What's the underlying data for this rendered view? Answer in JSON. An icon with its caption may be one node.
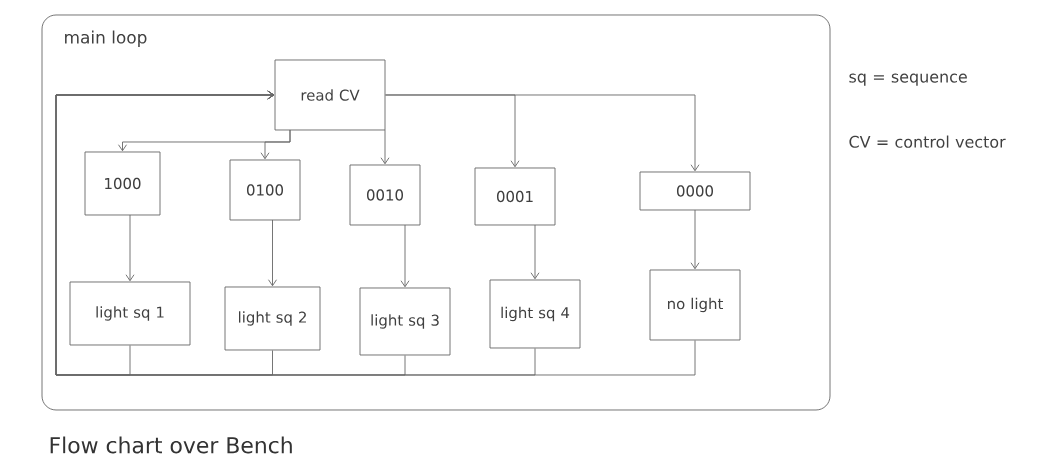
{
  "diagram": {
    "caption": "Flow chart over Bench",
    "nodes": [
      {
        "text": [
          "main loop"
        ]
      },
      {
        "text": [
          "read CV"
        ],
        "in": 0
      },
      {
        "text": [
          "1000"
        ],
        "in": 0
      },
      {
        "text": [
          "0100"
        ],
        "in": 0
      },
      {
        "text": [
          "0010"
        ],
        "in": 0
      },
      {
        "text": [
          "0001"
        ],
        "in": 0
      },
      {
        "text": [
          "0000"
        ],
        "in": 0
      },
      {
        "text": [
          "light sq 1"
        ],
        "in": 0
      },
      {
        "text": [
          "light sq 2"
        ],
        "in": 0
      },
      {
        "text": [
          "light sq 3"
        ],
        "in": 0
      },
      {
        "text": [
          "light sq 4"
        ],
        "in": 0
      },
      {
        "text": [
          "no light"
        ],
        "in": 0
      }
    ],
    "edges": [
      {
        "from": 1,
        "to": 2,
        "arrow": "to"
      },
      {
        "from": 1,
        "to": 3,
        "arrow": "to"
      },
      {
        "from": 1,
        "to": 4,
        "arrow": "to"
      },
      {
        "from": 1,
        "to": 5,
        "arrow": "to"
      },
      {
        "from": 1,
        "to": 6,
        "arrow": "to"
      },
      {
        "from": 2,
        "to": 7,
        "arrow": "to"
      },
      {
        "from": 3,
        "to": 8,
        "arrow": "to"
      },
      {
        "from": 4,
        "to": 9,
        "arrow": "to"
      },
      {
        "from": 5,
        "to": 10,
        "arrow": "to"
      },
      {
        "from": 6,
        "to": 11,
        "arrow": "to"
      },
      {
        "from": 7,
        "to": 1,
        "arrow": "to"
      },
      {
        "from": 8,
        "to": 1,
        "arrow": "to"
      },
      {
        "from": 9,
        "to": 1,
        "arrow": "to"
      },
      {
        "from": 10,
        "to": 1,
        "arrow": "to"
      },
      {
        "from": 11,
        "to": 1,
        "arrow": "to"
      }
    ],
    "labels": [
      "sq = sequence",
      "CV = control vector"
    ]
  }
}
